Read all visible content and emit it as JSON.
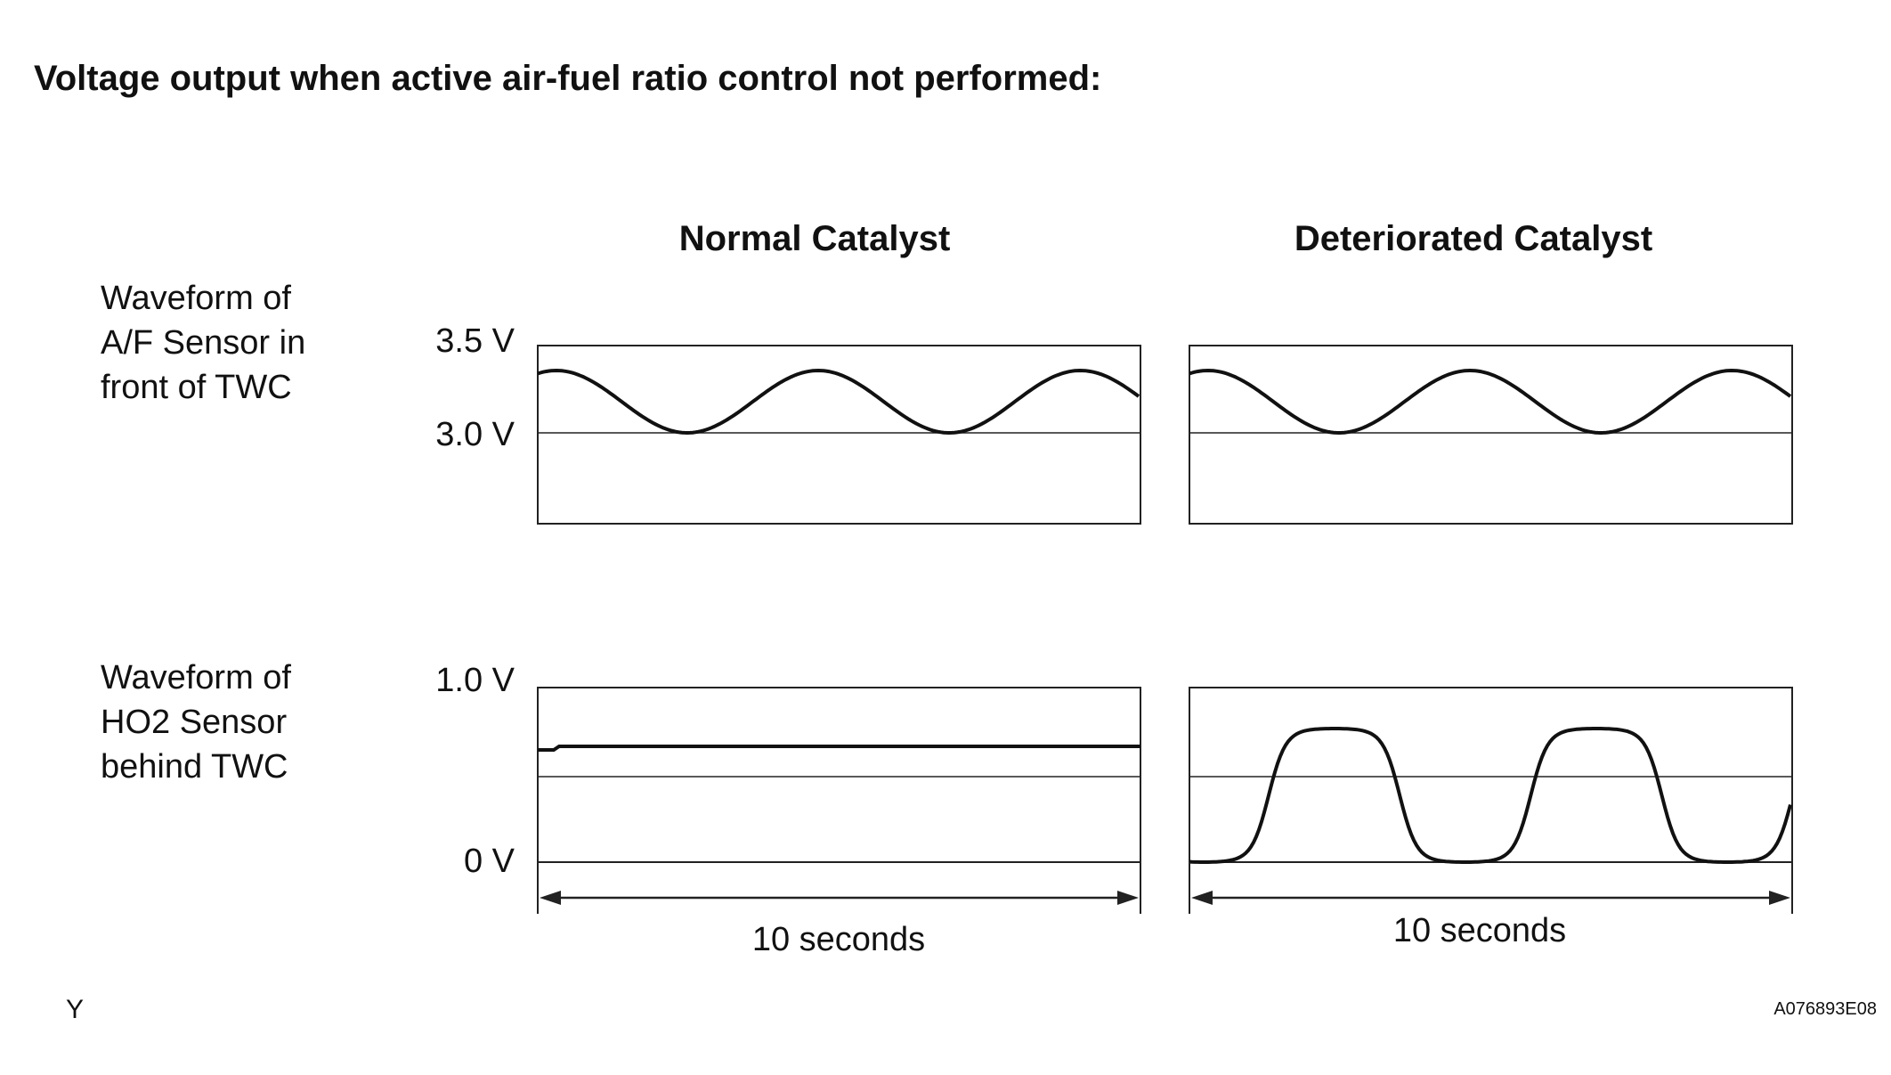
{
  "title": "Voltage output when active air-fuel ratio control not performed:",
  "columns": [
    "Normal Catalyst",
    "Deteriorated Catalyst"
  ],
  "rows": [
    {
      "label_lines": [
        "Waveform of",
        "A/F Sensor in",
        "front of TWC"
      ],
      "ticks": [
        "3.5 V",
        "3.0 V"
      ]
    },
    {
      "label_lines": [
        "Waveform of",
        "HO2 Sensor",
        "behind TWC"
      ],
      "ticks": [
        "1.0 V",
        "0 V"
      ]
    }
  ],
  "duration_labels": [
    "10 seconds",
    "10 seconds"
  ],
  "footer": {
    "left": "Y",
    "right": "A076893E08"
  },
  "waveforms": {
    "af_sensor": {
      "baseline_v": 3.0,
      "peak_v": 3.35,
      "cycles_in_10s": 2.3,
      "note_same_for_both": true
    },
    "ho2_normal": {
      "level_v": 0.65,
      "reference_v": 0.5
    },
    "ho2_deteriorated": {
      "low_v": 0.0,
      "high_v": 0.75,
      "reference_v": 0.5,
      "cycles_in_10s": 2.3
    }
  }
}
